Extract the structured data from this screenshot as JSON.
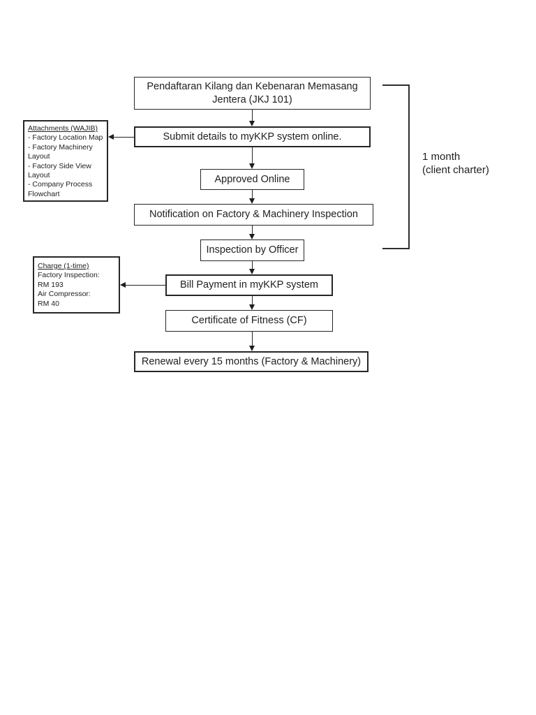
{
  "document": {
    "background_color": "#ffffff",
    "ink_color": "#212121"
  },
  "flowchart": {
    "type": "flowchart",
    "steps": [
      {
        "id": "registration",
        "lines": [
          "Pendaftaran Kilang dan Kebenaran Memasang",
          "Jentera (JKJ 101)"
        ]
      },
      {
        "id": "submit",
        "lines": [
          "Submit details to myKKP system online."
        ]
      },
      {
        "id": "approved",
        "lines": [
          "Approved Online"
        ]
      },
      {
        "id": "notification",
        "lines": [
          "Notification on Factory & Machinery Inspection"
        ]
      },
      {
        "id": "inspection",
        "lines": [
          "Inspection by Officer"
        ]
      },
      {
        "id": "bill_payment",
        "lines": [
          "Bill Payment in myKKP system"
        ]
      },
      {
        "id": "certificate",
        "lines": [
          "Certificate of Fitness (CF)"
        ]
      },
      {
        "id": "renewal",
        "lines": [
          "Renewal every 15 months (Factory & Machinery)"
        ]
      }
    ],
    "notes": [
      {
        "id": "attachments",
        "title": "Attachments (WAJIB)",
        "lines": [
          "- Factory Location Map",
          "- Factory Machinery",
          "Layout",
          "- Factory Side View",
          "Layout",
          "- Company Process",
          "Flowchart"
        ]
      },
      {
        "id": "charge",
        "title": "Charge (1-time)",
        "lines": [
          "Factory Inspection:",
          "RM 193",
          "Air Compressor:",
          "RM 40"
        ]
      }
    ],
    "annotation": {
      "lines": [
        "1 month",
        "(client charter)"
      ]
    }
  }
}
